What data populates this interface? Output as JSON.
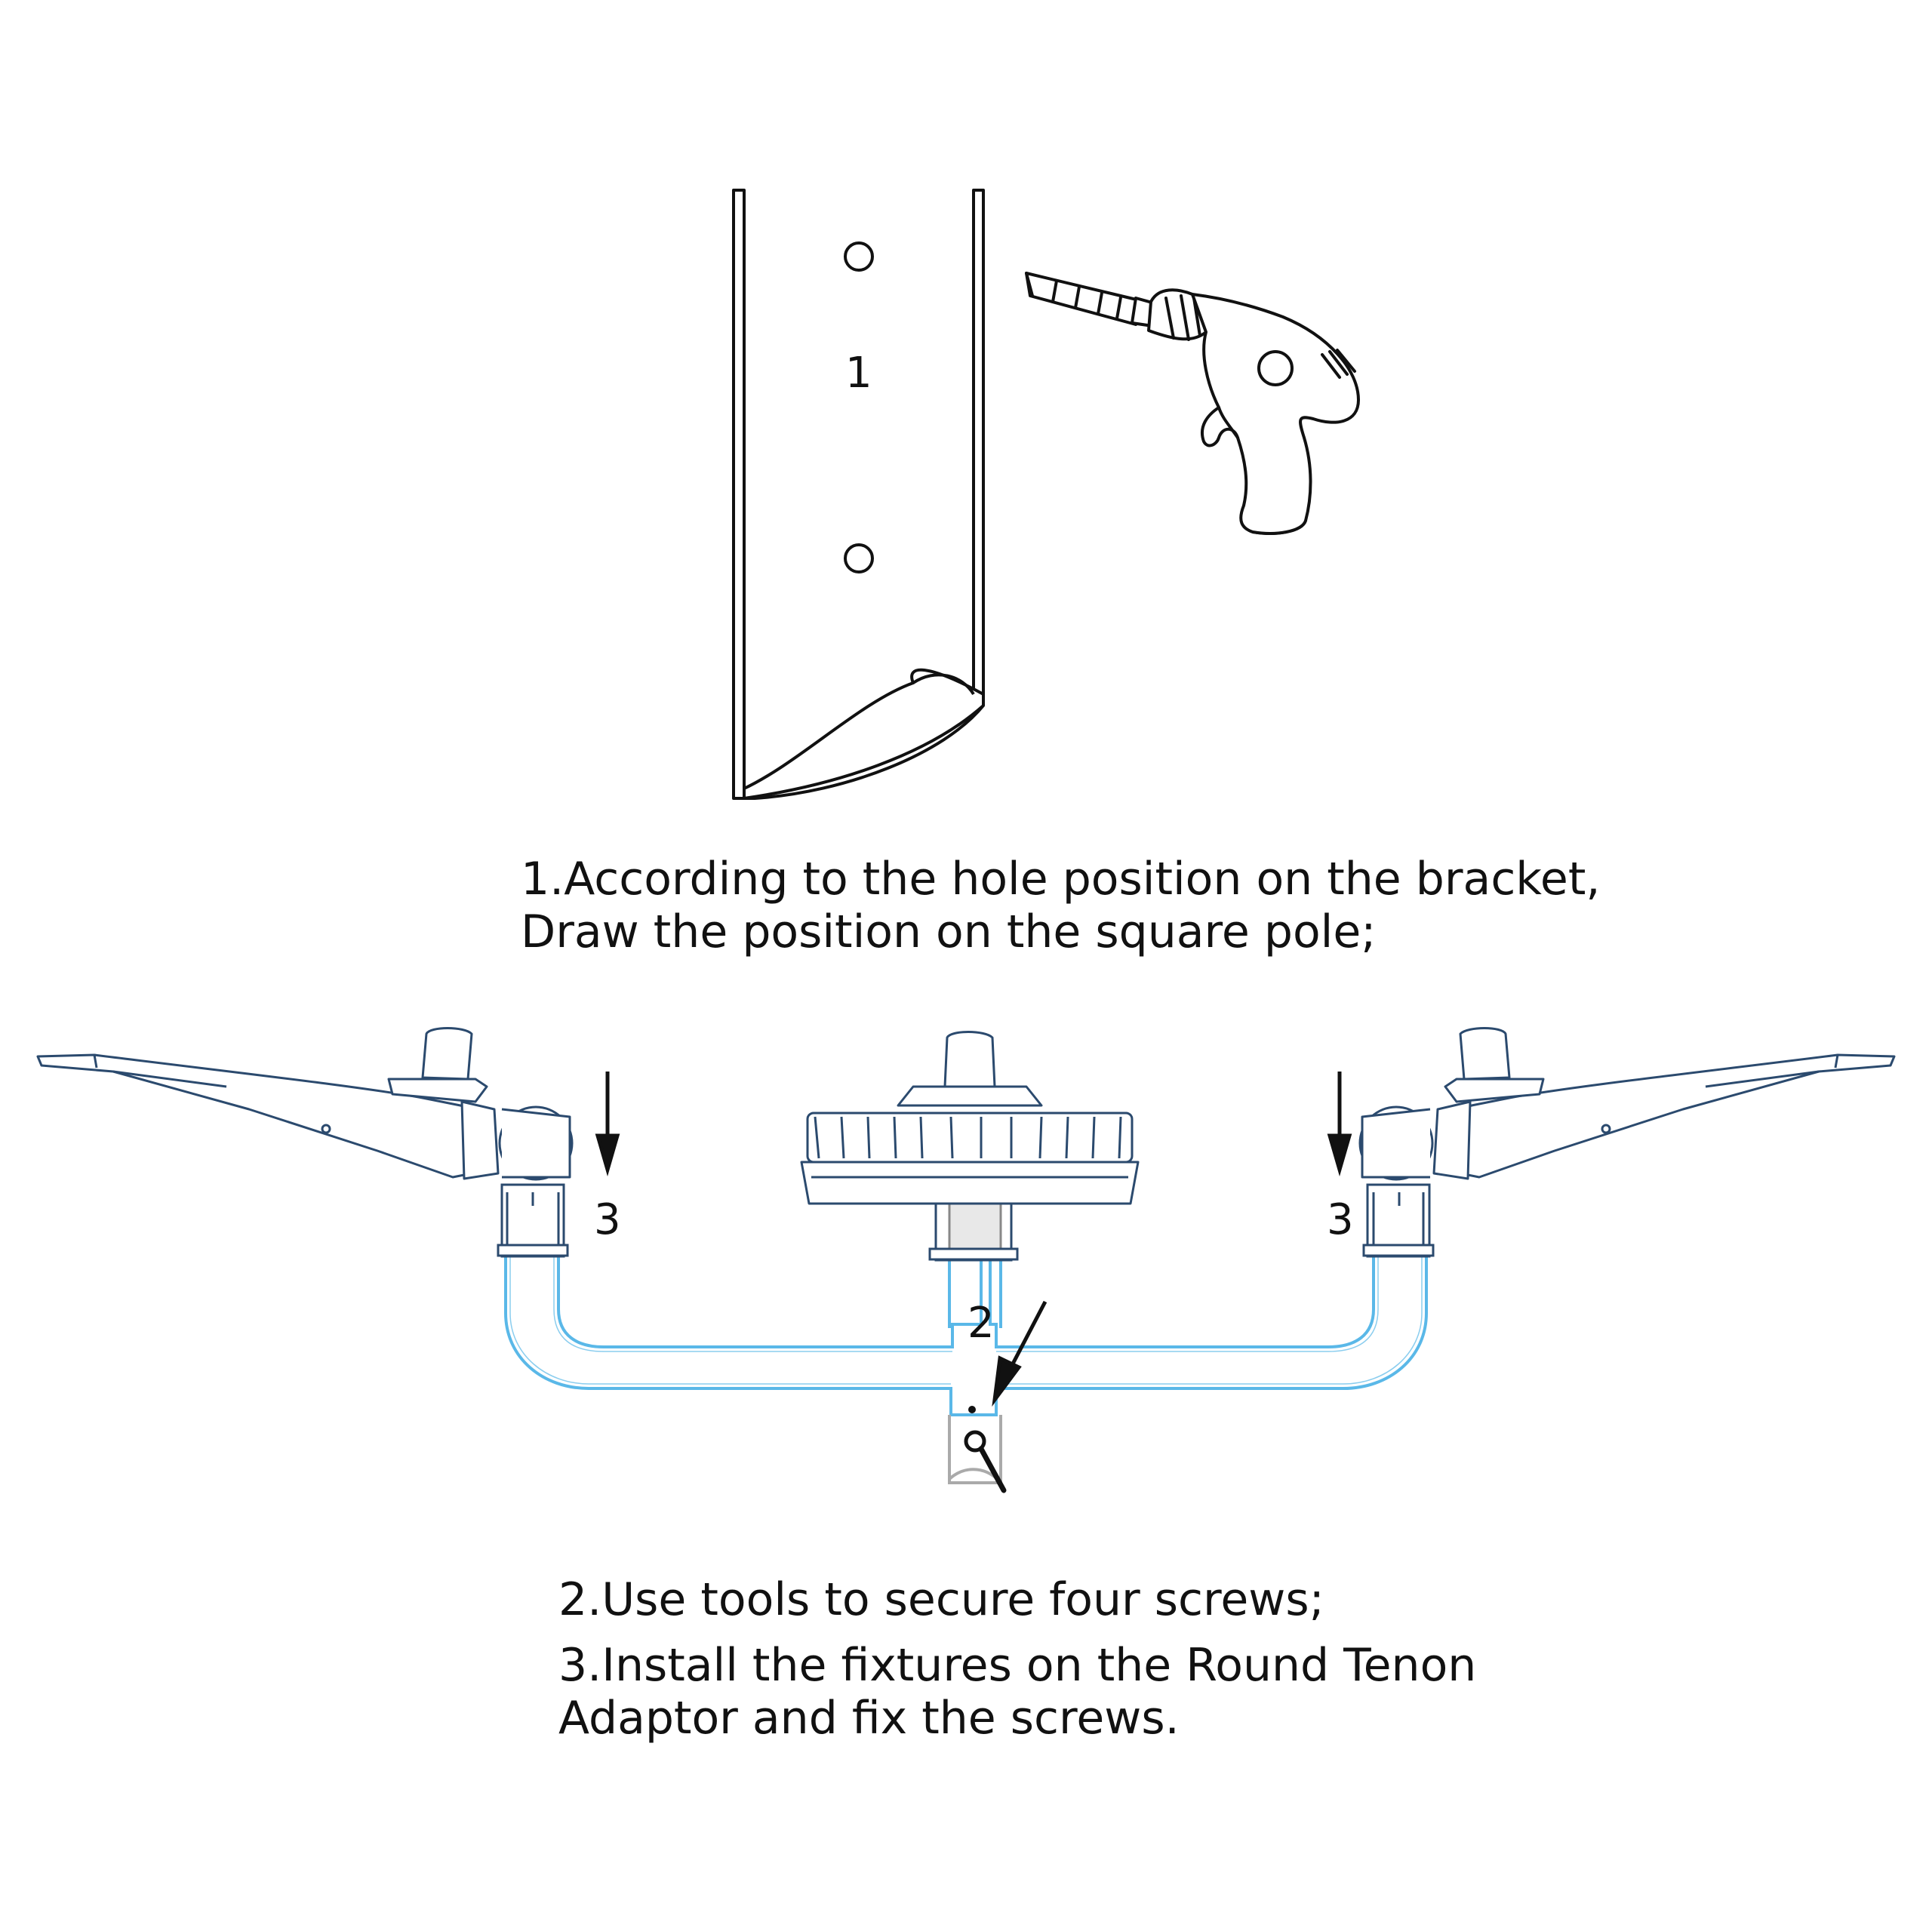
{
  "figure": {
    "labels": {
      "bracket_step": "1",
      "screw_step": "2",
      "left_fixture_step": "3",
      "right_fixture_step": "3"
    },
    "colors": {
      "outline": "#111111",
      "fixture_outline": "#2b4a6e",
      "tenon_adaptor": "#5ab8e8"
    },
    "icons": [
      "drill-icon",
      "wrench-icon",
      "down-arrow-icon"
    ]
  },
  "instructions": {
    "step1_line1": "1.According to the hole position on the bracket,",
    "step1_line2": "Draw the position on the square pole;",
    "step2": "2.Use tools to secure four screws;",
    "step3_line1": "3.Install the fixtures on the Round Tenon",
    "step3_line2": "Adaptor and fix the screws."
  }
}
